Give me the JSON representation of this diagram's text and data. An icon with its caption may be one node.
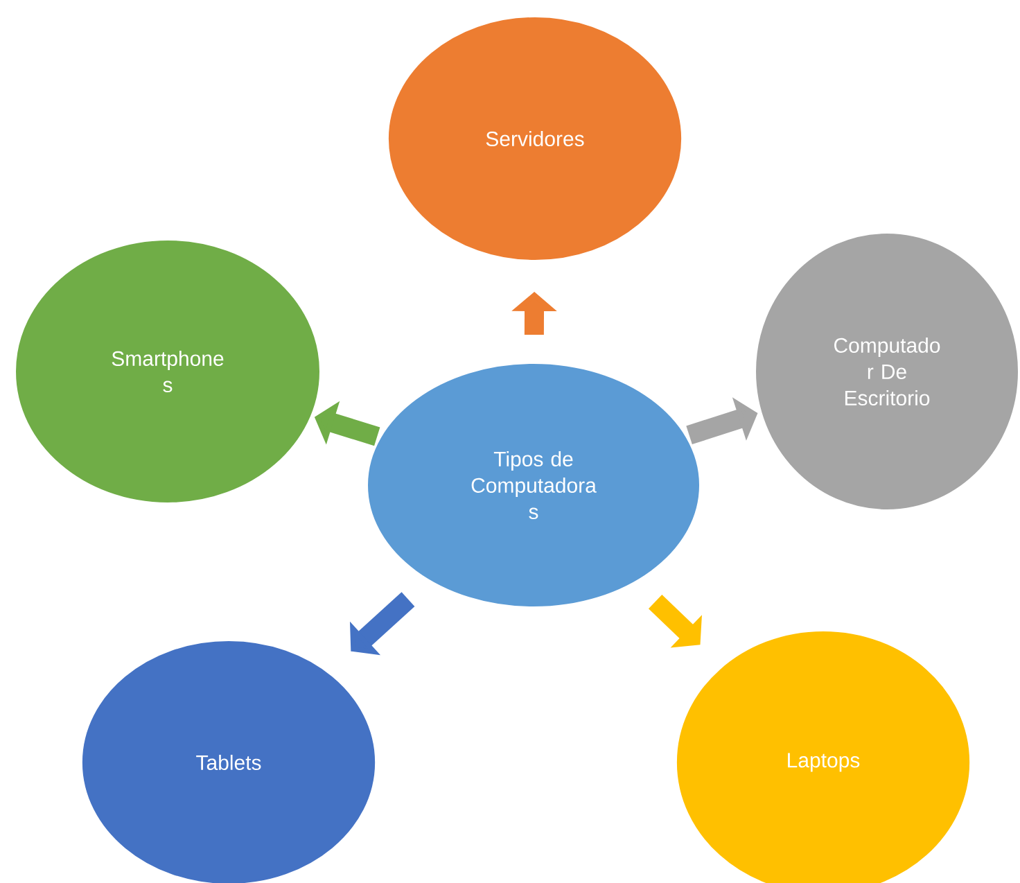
{
  "diagram": {
    "nodes": [
      {
        "text": [
          "Tipos de Computadora s"
        ]
      },
      {
        "text": [
          "Servidores"
        ]
      },
      {
        "text": [
          "Computado r De Escritorio"
        ]
      },
      {
        "text": [
          "Laptops"
        ]
      },
      {
        "text": [
          "Tablets"
        ]
      },
      {
        "text": [
          "Smartphone s"
        ]
      }
    ],
    "edges": [
      {
        "from": 0,
        "to": 1,
        "arrow": "to",
        "color": "#ed7d31"
      },
      {
        "from": 0,
        "to": 2,
        "arrow": "to",
        "color": "#a5a5a5"
      },
      {
        "from": 0,
        "to": 3,
        "arrow": "to",
        "color": "#ffc000"
      },
      {
        "from": 0,
        "to": 4,
        "arrow": "to",
        "color": "#4472c4"
      },
      {
        "from": 0,
        "to": 5,
        "arrow": "to",
        "color": "#70ad47"
      }
    ]
  }
}
